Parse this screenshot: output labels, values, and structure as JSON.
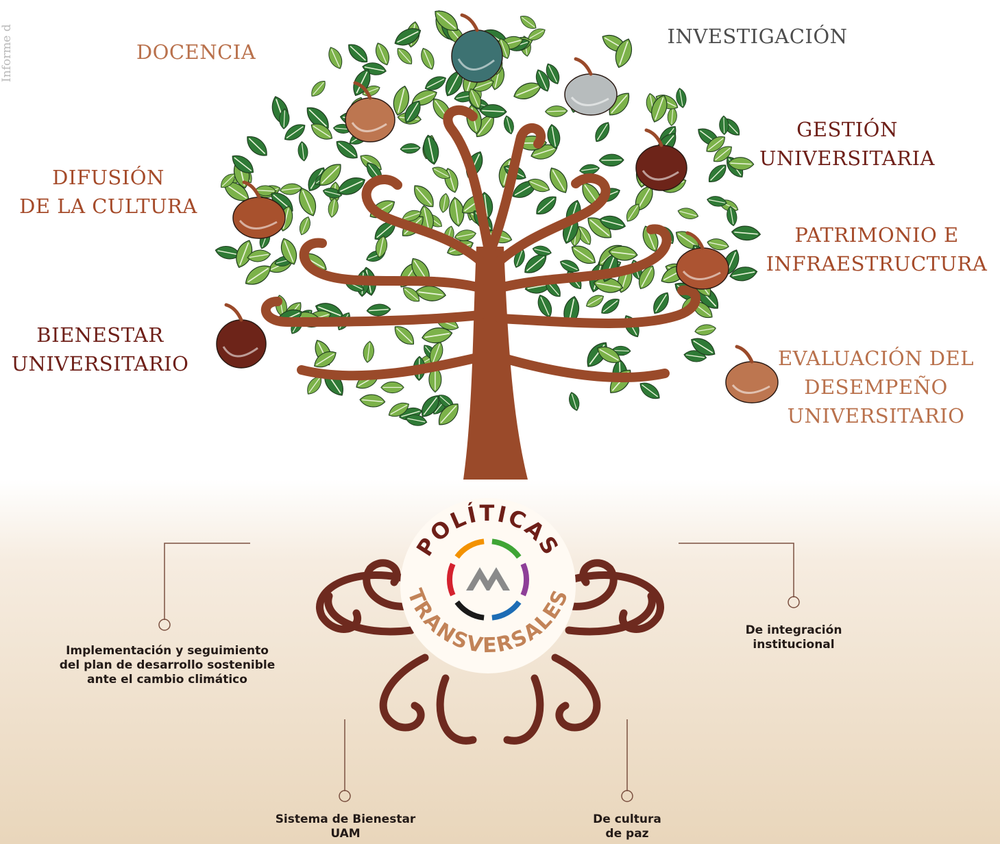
{
  "side_label": "Informe d",
  "areas": {
    "docencia": {
      "lines": [
        "DOCENCIA"
      ],
      "color": "#b9714c"
    },
    "investigacion": {
      "lines": [
        "INVESTIGACIÓN"
      ],
      "color": "#4d4d4d"
    },
    "gestion": {
      "lines": [
        "GESTIÓN",
        "UNIVERSITARIA"
      ],
      "color": "#6e1f18"
    },
    "difusion": {
      "lines": [
        "DIFUSIÓN",
        "DE LA CULTURA"
      ],
      "color": "#a54b2a"
    },
    "patrimonio": {
      "lines": [
        "PATRIMONIO E",
        "INFRAESTRUCTURA"
      ],
      "color": "#a54b2a"
    },
    "bienestar": {
      "lines": [
        "BIENESTAR",
        "UNIVERSITARIO"
      ],
      "color": "#6e1f18"
    },
    "evaluacion": {
      "lines": [
        "EVALUACIÓN DEL",
        "DESEMPEÑO",
        "UNIVERSITARIO"
      ],
      "color": "#b9714c"
    }
  },
  "fruit_colors": {
    "docencia": "#bd7650",
    "investigacion_dark": "#3d7272",
    "investigacion_light": "#b7bcbd",
    "gestion": "#6d2419",
    "difusion": "#a8512d",
    "patrimonio": "#ac5432",
    "bienestar": "#6d2419",
    "evaluacion": "#bd7650"
  },
  "circle": {
    "top_word": "POLÍTICAS",
    "bottom_word": "TRANSVERSALES",
    "top_color": "#6e1f18",
    "bottom_color": "#c28358",
    "logo_ring_colors": [
      "#3fa535",
      "#8e3f98",
      "#1d6db5",
      "#1a1a1a",
      "#d4222f",
      "#f39200"
    ]
  },
  "policies": {
    "sostenible": [
      "Implementación y seguimiento",
      "del plan de desarrollo sostenible",
      "ante el cambio climático"
    ],
    "integracion": [
      "De integración",
      "institucional"
    ],
    "bienestar_uam": [
      "Sistema de Bienestar",
      "UAM"
    ],
    "paz": [
      "De cultura",
      "de paz"
    ]
  },
  "colors": {
    "trunk": "#9a4a2a",
    "roots": "#6e2a1f",
    "leaf_light": "#7cb24a",
    "leaf_dark": "#2f7a36",
    "connector": "#7a5040"
  }
}
